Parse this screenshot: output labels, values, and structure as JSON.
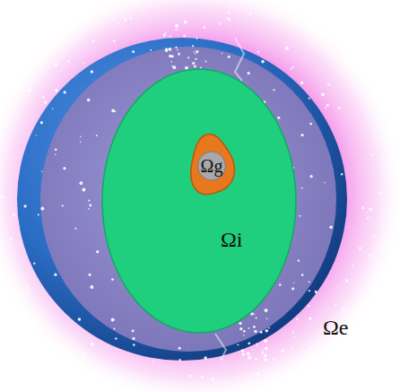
{
  "diagram": {
    "nodes": [
      {
        "text": [
          "Ωi"
        ]
      },
      {
        "text": [
          "Ωg"
        ],
        "in": 0
      }
    ],
    "labels": [
      "Ωe"
    ]
  }
}
